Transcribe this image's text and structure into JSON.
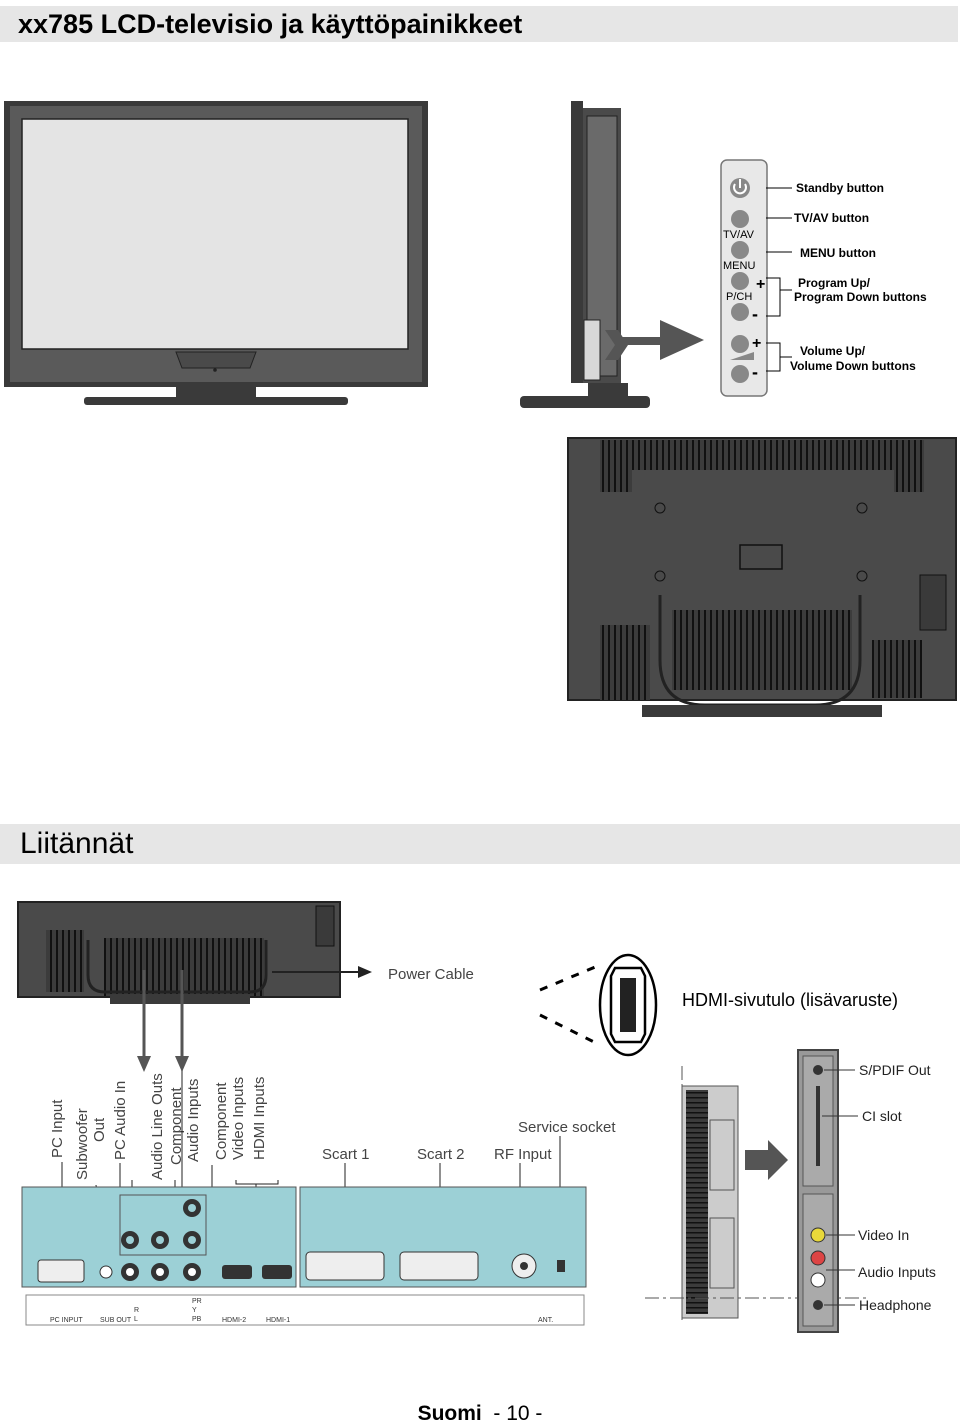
{
  "header": {
    "title": "xx785 LCD-televisio ja käyttöpainikkeet"
  },
  "control_panel": {
    "panel_labels": {
      "tvav": "TV/AV",
      "menu": "MENU",
      "pch": "P/CH"
    },
    "callouts": {
      "standby": "Standby button",
      "tvav": "TV/AV button",
      "menu": "MENU button",
      "program_1": "Program Up/",
      "program_2": "Program Down buttons",
      "volume_1": "Volume Up/",
      "volume_2": "Volume Down buttons"
    }
  },
  "section2": {
    "title": "Liitännät"
  },
  "connections": {
    "power_cable": "Power Cable",
    "hdmi_side": "HDMI-sivutulo  (lisävaruste)",
    "rear_labels": {
      "pc_input": "PC Input",
      "subwoofer_1": "Subwoofer",
      "subwoofer_2": "Out",
      "pc_audio": "PC Audio In",
      "audio_line": "Audio Line Outs",
      "comp_audio_1": "Component",
      "comp_audio_2": "Audio Inputs",
      "comp_video_1": "Component",
      "comp_video_2": "Video Inputs",
      "hdmi_inputs": "HDMI Inputs",
      "scart1": "Scart 1",
      "scart2": "Scart 2",
      "rf_input": "RF Input",
      "service": "Service socket"
    },
    "panel_print": {
      "pc_input": "PC INPUT",
      "sub_out": "SUB OUT",
      "hdmi2": "HDMI-2",
      "hdmi1": "HDMI-1",
      "ant": "ANT.",
      "pr": "PR",
      "y": "Y",
      "pb": "PB",
      "r": "R",
      "l": "L"
    },
    "side_labels": {
      "spdif": "S/PDIF Out",
      "ci": "CI slot",
      "video_in": "Video In",
      "audio_in": "Audio Inputs",
      "headphone": "Headphone"
    }
  },
  "footer": {
    "language": "Suomi",
    "page": "- 10 -"
  },
  "colors": {
    "panel_teal": "#9cd0d6",
    "tv_frame": "#4a4a4a",
    "screen": "#e4e4e4",
    "bar_gray": "#e6e6e6"
  }
}
